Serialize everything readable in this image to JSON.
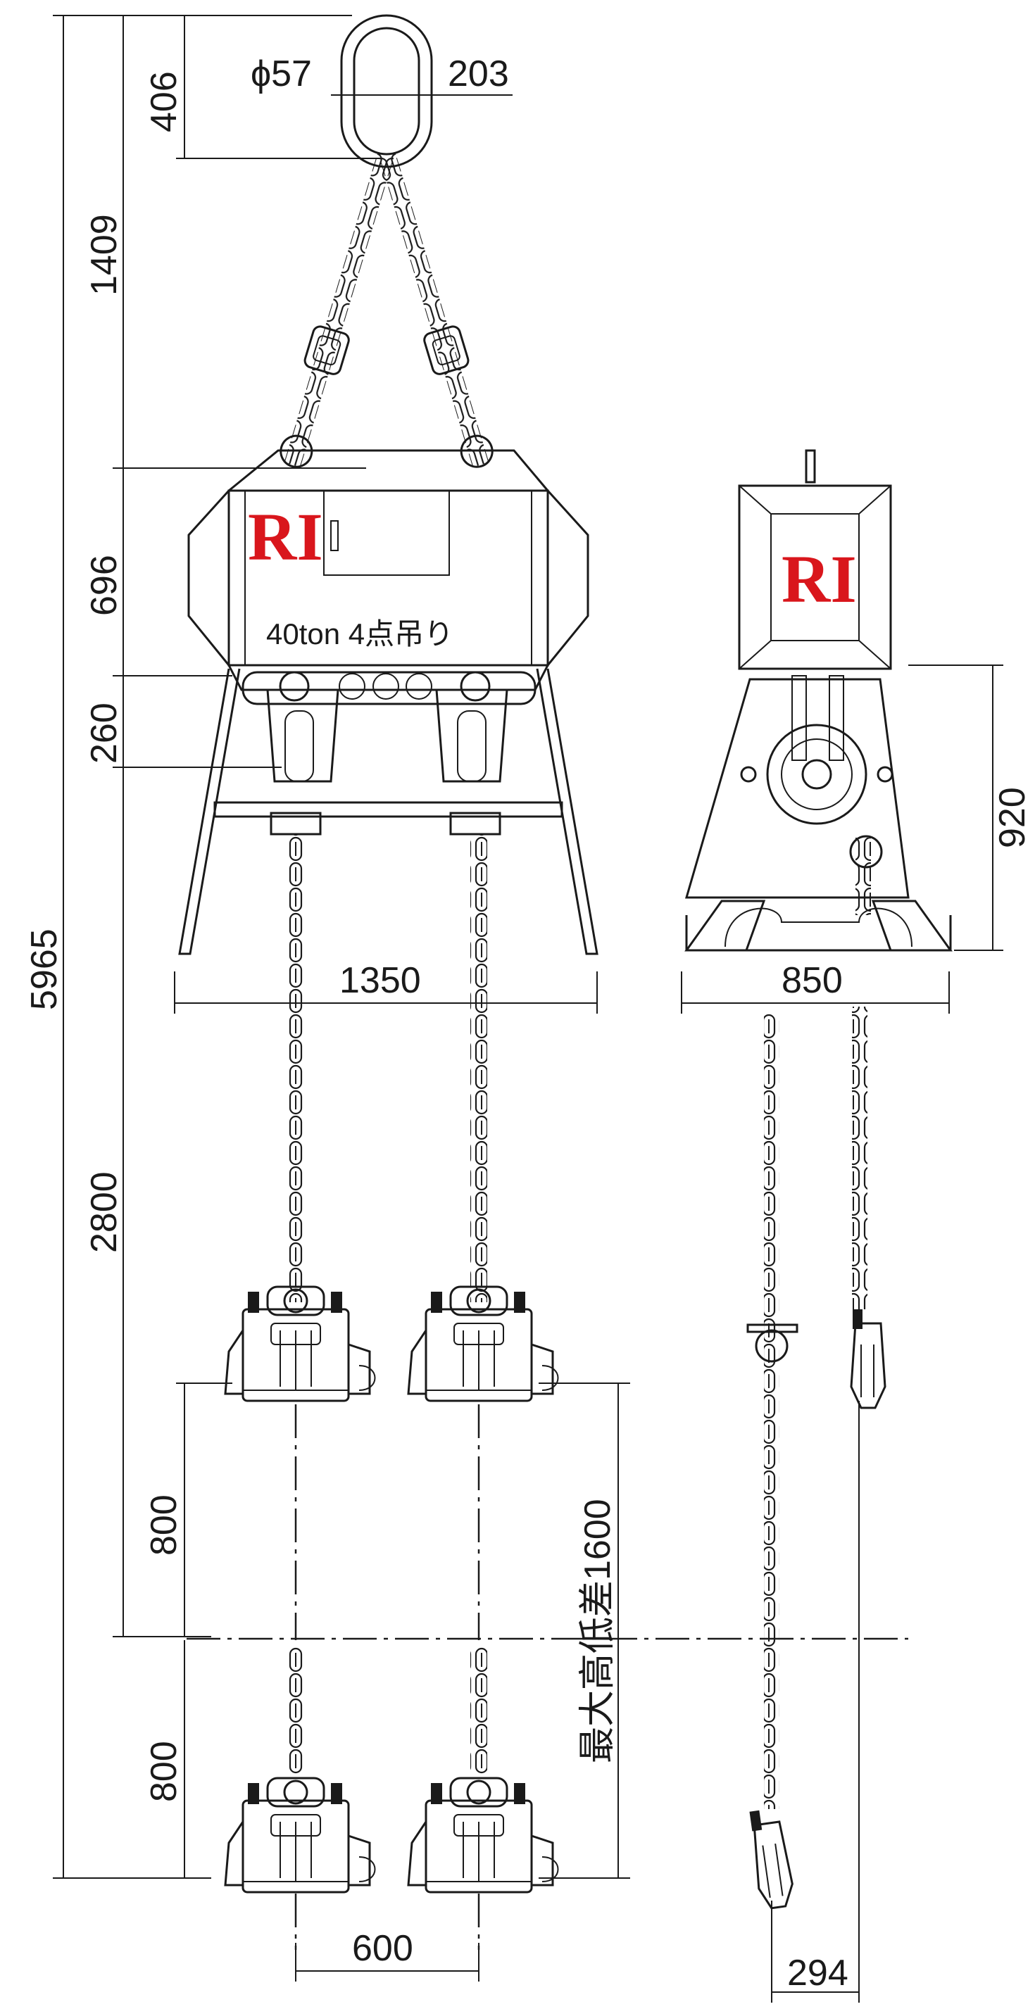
{
  "brand": {
    "logo": "RI",
    "logo_side": "RI",
    "logo_color": "#d9161c"
  },
  "hoist_label": "40ton 4点吊り",
  "dimensions": {
    "ring_diameter": "ϕ57",
    "ring_width": "203",
    "ring_height": "406",
    "sling_height": "1409",
    "body_height": "696",
    "beam_height": "260",
    "total_height": "5965",
    "chain_length": "2800",
    "upper_offset": "800",
    "lower_offset": "800",
    "max_height_diff": "最大高低差1600",
    "frame_width": "1350",
    "side_width": "850",
    "side_height": "920",
    "hook_spacing": "600",
    "side_hook_spacing": "294"
  },
  "colors": {
    "line": "#1a1a1a",
    "accent": "#d9161c"
  }
}
